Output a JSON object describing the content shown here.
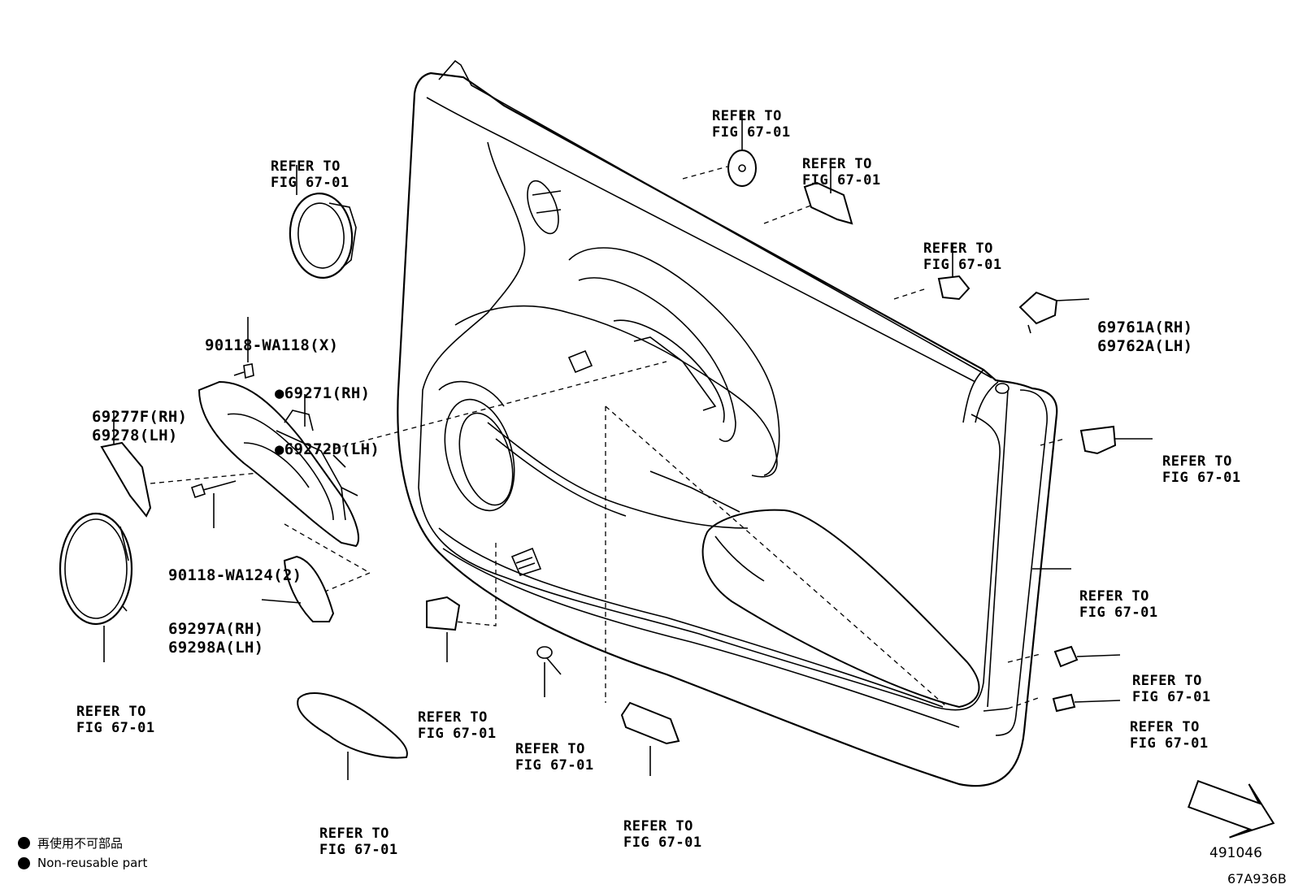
{
  "refer": {
    "line1": "REFER TO",
    "line2": "FIG 67-01"
  },
  "parts": {
    "p90118_wa118": "90118-WA118(X)",
    "p69271": "69271(RH)",
    "p69272d": "69272D(LH)",
    "p69277f": "69277F(RH)",
    "p69278": "69278(LH)",
    "p90118_wa124": "90118-WA124(2)",
    "p69297a": "69297A(RH)",
    "p69298a": "69298A(LH)",
    "p69761a": "69761A(RH)",
    "p69762a": "69762A(LH)"
  },
  "non_reusable_marker": "●",
  "legend": {
    "jp": "再使用不可部品",
    "en": "Non-reusable part"
  },
  "codes": {
    "ref_number": "491046",
    "figure_code": "67A936B"
  }
}
